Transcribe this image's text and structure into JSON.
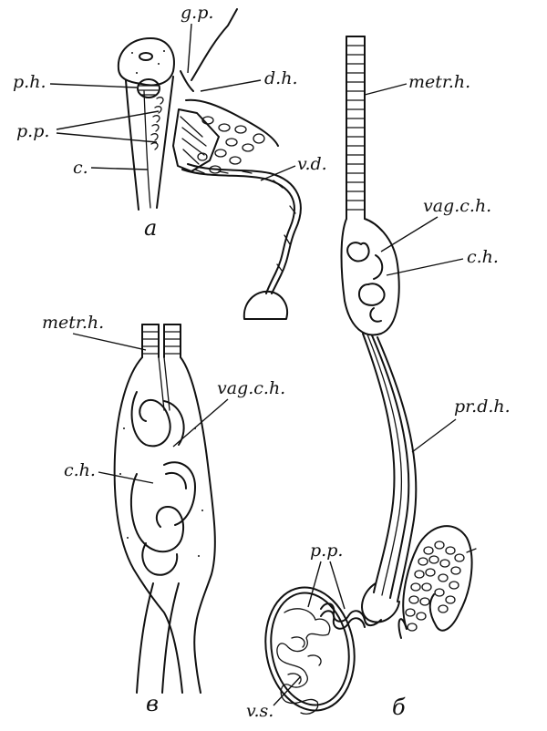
{
  "labels": {
    "a_ph": "p.h.",
    "a_gp": "g.p.",
    "a_dh": "d.h.",
    "a_pp": "p.p.",
    "a_c": "c.",
    "a_vd": "v.d.",
    "b_metrh": "metr.h.",
    "b_vagch": "vag.c.h.",
    "b_ch": "c.h.",
    "b_prdh": "pr.d.h.",
    "b_pp": "p.p.",
    "b_vs": "v.s.",
    "c_metrh": "metr.h.",
    "c_vagch": "vag.c.h.",
    "c_ch": "c.h."
  },
  "panels": {
    "a": "a",
    "b": "б",
    "c": "в"
  }
}
